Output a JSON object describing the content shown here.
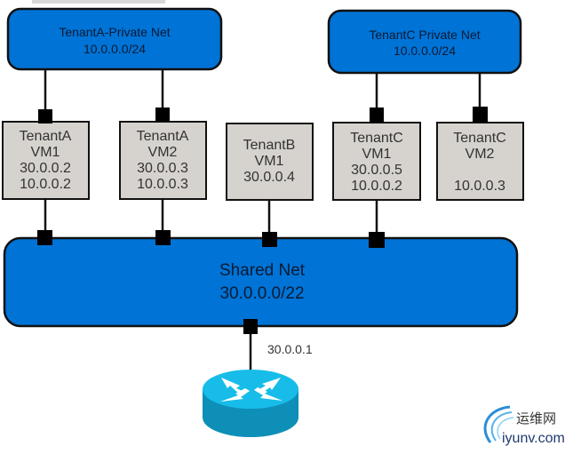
{
  "networks": {
    "tenant_a": {
      "name": "TenantA-Private Net",
      "cidr": "10.0.0.0/24"
    },
    "tenant_c": {
      "name": "TenantC Private Net",
      "cidr": "10.0.0.0/24"
    },
    "shared": {
      "name": "Shared Net",
      "cidr": "30.0.0.0/22"
    }
  },
  "vms": [
    {
      "tenant": "TenantA",
      "vm": "VM1",
      "lines": [
        "30.0.0.2",
        "10.0.0.2"
      ]
    },
    {
      "tenant": "TenantA",
      "vm": "VM2",
      "lines": [
        "30.0.0.3",
        "10.0.0.3"
      ]
    },
    {
      "tenant": "TenantB",
      "vm": "VM1",
      "lines": [
        "30.0.0.4",
        ""
      ]
    },
    {
      "tenant": "TenantC",
      "vm": "VM1",
      "lines": [
        "30.0.0.5",
        "10.0.0.2"
      ]
    },
    {
      "tenant": "TenantC",
      "vm": "VM2",
      "lines": [
        "",
        "10.0.0.3"
      ]
    }
  ],
  "router": {
    "ip": "30.0.0.1"
  },
  "watermark": {
    "cn": "运维网",
    "en": "iyunv.com"
  },
  "colors": {
    "network_fill": "#0073d6",
    "vm_fill": "#d6d3ce",
    "router_top": "#17bde8",
    "router_side": "#0e8fb8",
    "port": "#000000"
  }
}
